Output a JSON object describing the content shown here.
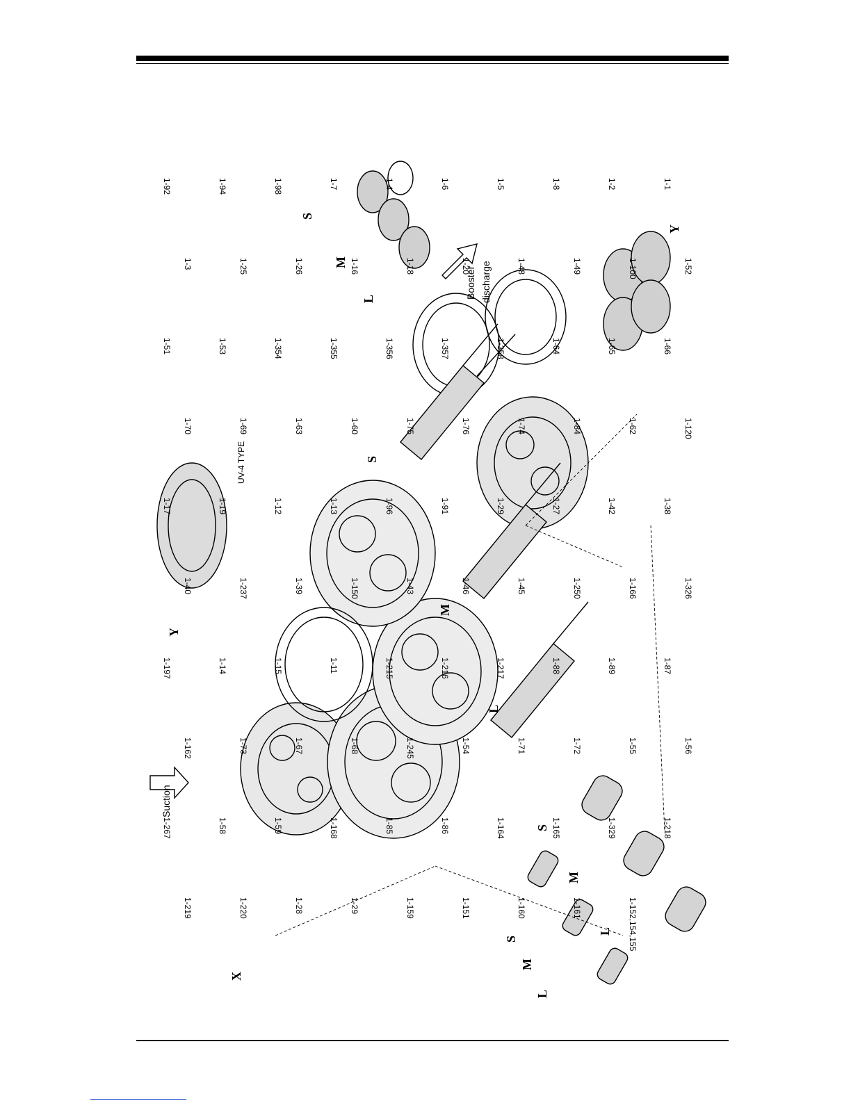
{
  "figure": {
    "labels": {
      "suction": "Suction",
      "booster_discharge_1": "Booster",
      "booster_discharge_2": "discharge",
      "uv_type": "UV-4 TYPE",
      "view_x": "X",
      "view_y": "Y",
      "rotor_s": "S",
      "rotor_m": "M",
      "rotor_l": "L"
    },
    "callouts": [
      "1-92",
      "1-94",
      "1-98",
      "1-7",
      "1-4",
      "1-6",
      "1-5",
      "1-8",
      "1-2",
      "1-1",
      "1-3",
      "1-25",
      "1-26",
      "1-16",
      "1-18",
      "1-20",
      "1-48",
      "1-49",
      "1-100",
      "1-52",
      "1-51",
      "1-53",
      "1-354",
      "1-355",
      "1-356",
      "1-357",
      "1-358",
      "1-64",
      "1-65",
      "1-66",
      "1-70",
      "1-69",
      "1-63",
      "1-60",
      "1-75",
      "1-76",
      "1-74",
      "1-84",
      "1-62",
      "1-120",
      "1-17",
      "1-19",
      "1-12",
      "1-13",
      "1-96",
      "1-91",
      "1-29",
      "1-27",
      "1-42",
      "1-38",
      "1-40",
      "1-237",
      "1-39",
      "1-150",
      "1-43",
      "1-46",
      "1-45",
      "1-250",
      "1-166",
      "1-326",
      "1-197",
      "1-14",
      "1-15",
      "1-11",
      "1-215",
      "1-216",
      "1-217",
      "1-88",
      "1-89",
      "1-87",
      "1-162",
      "1-73",
      "1-67",
      "1-68",
      "1-245",
      "1-54",
      "1-71",
      "1-72",
      "1-55",
      "1-56",
      "1-267",
      "1-58",
      "1-59",
      "1-168",
      "1-85",
      "1-86",
      "1-164",
      "1-165",
      "1-329",
      "1-218",
      "1-219",
      "1-220",
      "1-28",
      "1-29",
      "1-159",
      "1-151",
      "1-160",
      "1-161",
      "1-152,154,155"
    ]
  }
}
